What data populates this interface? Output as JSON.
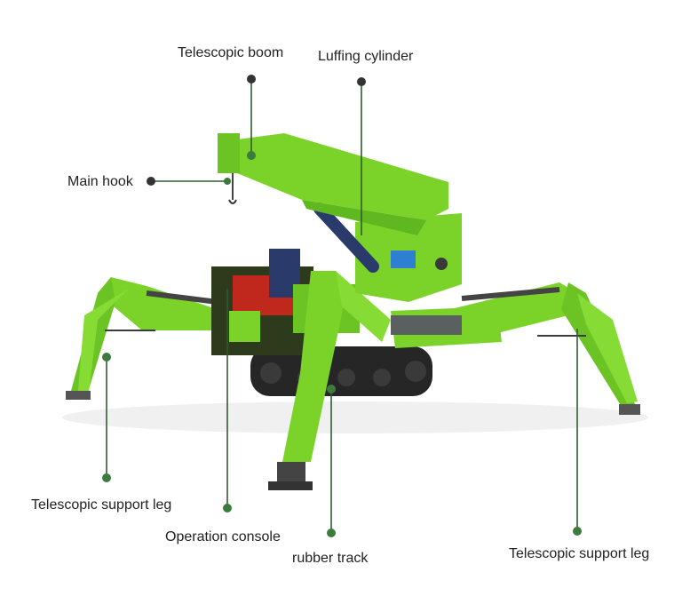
{
  "labels": {
    "telescopic_boom": "Telescopic boom",
    "luffing_cylinder": "Luffing cylinder",
    "main_hook": "Main hook",
    "support_leg_left": "Telescopic support leg",
    "operation_console": "Operation console",
    "rubber_track": "rubber track",
    "support_leg_right": "Telescopic support leg"
  },
  "colors": {
    "body_green": "#7bd32a",
    "dark_green": "#4e9a18",
    "leader_line": "#2f5d2f",
    "track": "#262626",
    "cylinder_blue": "#2a3b6b",
    "engine_red": "#c0281e"
  }
}
